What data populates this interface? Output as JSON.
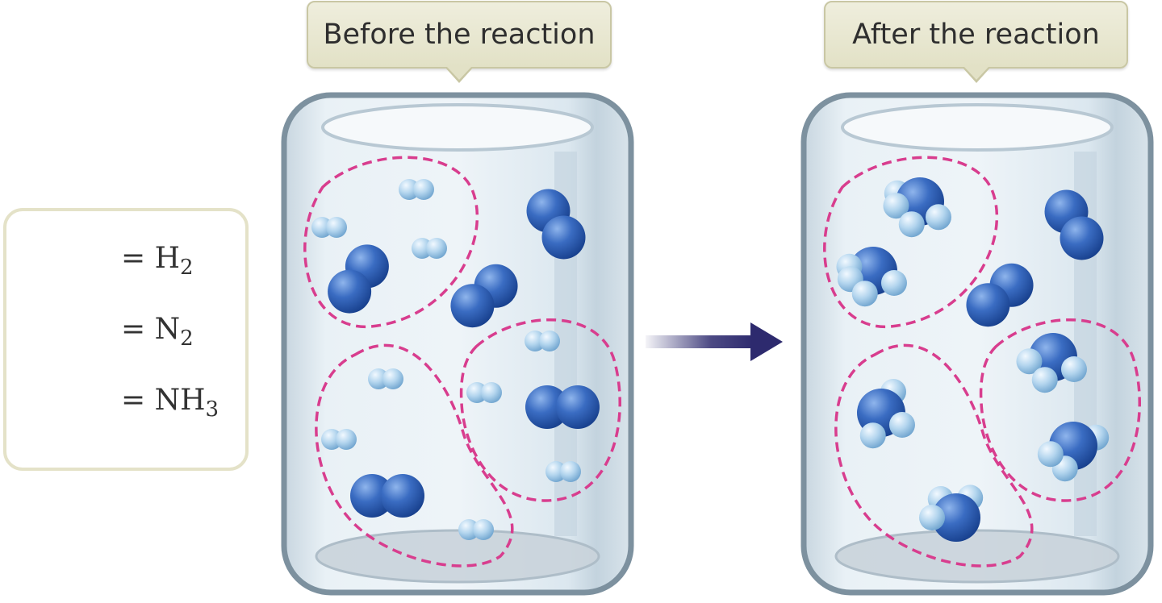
{
  "callouts": {
    "before": "Before the reaction",
    "after": "After the reaction"
  },
  "legend": {
    "h2": {
      "eq": "= H",
      "sub": "2"
    },
    "n2": {
      "eq": "= N",
      "sub": "2"
    },
    "nh3": {
      "eq": "= NH",
      "sub": "3"
    }
  },
  "colors": {
    "nitrogen": "#2f62b8",
    "hydrogen": "#a9cde7",
    "grouping": "#d83d8e",
    "arrow": "#2d2a6e",
    "label_fill": "#e6e5cc"
  },
  "counts": {
    "before": {
      "h2": 9,
      "n2": 5,
      "nh3": 0
    },
    "after": {
      "h2": 0,
      "n2": 2,
      "nh3": 6
    }
  }
}
